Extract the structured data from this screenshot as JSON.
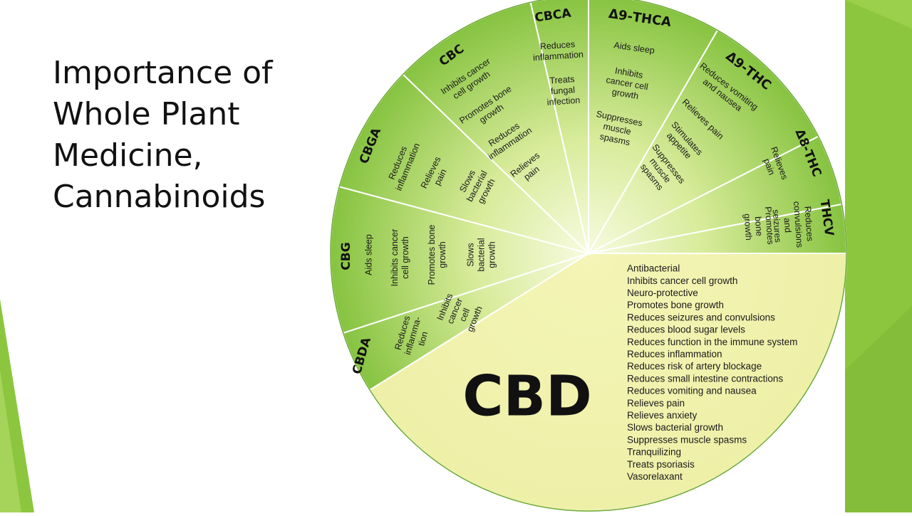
{
  "slide": {
    "title_lines": [
      "Importance of",
      "Whole Plant",
      "Medicine,",
      "Cannabinoids"
    ]
  },
  "colors": {
    "accent_green": "#8cc63f",
    "segment_light": "#f2f8d2",
    "segment_dark": "#86c340",
    "cbd_fill": "#f4f5b0"
  },
  "wheel": {
    "segments": [
      {
        "id": "cbca",
        "name": "CBCA",
        "benefits": [
          [
            "Reduces",
            "inflammation"
          ],
          [
            "Treats",
            "fungal",
            "infection"
          ]
        ]
      },
      {
        "id": "d9thca",
        "name": "Δ9-THCA",
        "benefits": [
          [
            "Aids sleep"
          ],
          [
            "Inhibits",
            "cancer cell",
            "growth"
          ],
          [
            "Suppresses",
            "muscle",
            "spasms"
          ]
        ]
      },
      {
        "id": "d9thc",
        "name": "Δ9-THC",
        "benefits": [
          [
            "Reduces vomiting",
            "and nausea"
          ],
          [
            "Relieves pain"
          ],
          [
            "Stimulates",
            "appetite"
          ],
          [
            "Suppresses",
            "muscle",
            "spasms"
          ]
        ]
      },
      {
        "id": "d8thc",
        "name": "Δ8-THC",
        "benefits": [
          [
            "Relieves",
            "pain"
          ]
        ]
      },
      {
        "id": "thcv",
        "name": "THCV",
        "benefits": [
          [
            "Reduces",
            "convulsions",
            "and",
            "seizures"
          ],
          [
            "Promotes",
            "bone",
            "growth"
          ]
        ]
      },
      {
        "id": "cbda",
        "name": "CBDA",
        "benefits": [
          [
            "Reduces",
            "inflamma-",
            "tion"
          ],
          [
            "Inhibits",
            "cancer",
            "cell",
            "growth"
          ]
        ]
      },
      {
        "id": "cbg",
        "name": "CBG",
        "benefits": [
          [
            "Aids sleep"
          ],
          [
            "Inhibits cancer",
            "cell growth"
          ],
          [
            "Promotes bone",
            "growth"
          ],
          [
            "Slows",
            "bacterial",
            "growth"
          ]
        ]
      },
      {
        "id": "cbga",
        "name": "CBGA",
        "benefits": [
          [
            "Reduces",
            "inflammation"
          ],
          [
            "Relieves",
            "pain"
          ],
          [
            "Slows",
            "bacterial",
            "growth"
          ]
        ]
      },
      {
        "id": "cbc",
        "name": "CBC",
        "benefits": [
          [
            "Inhibits cancer",
            "cell growth"
          ],
          [
            "Promotes bone",
            "growth"
          ],
          [
            "Reduces",
            "inflammation"
          ],
          [
            "Relieves",
            "pain"
          ]
        ]
      }
    ],
    "cbd": {
      "name": "CBD",
      "benefits": [
        "Antibacterial",
        "Inhibits cancer cell growth",
        "Neuro-protective",
        "Promotes bone growth",
        "Reduces seizures and convulsions",
        "Reduces blood sugar levels",
        "Reduces function in the immune system",
        "Reduces inflammation",
        "Reduces risk of artery blockage",
        "Reduces small intestine contractions",
        "Reduces vomiting and nausea",
        "Relieves pain",
        "Relieves anxiety",
        "Slows bacterial growth",
        "Suppresses muscle spasms",
        "Tranquilizing",
        "Treats psoriasis",
        "Vasorelaxant"
      ]
    }
  }
}
